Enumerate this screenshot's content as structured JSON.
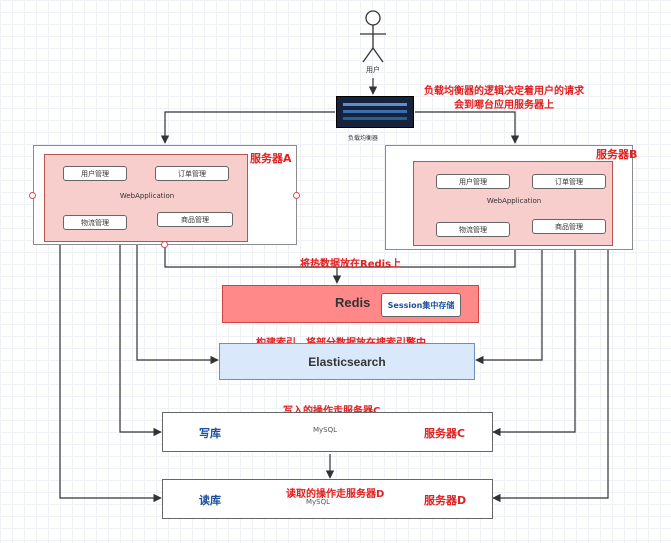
{
  "diagram": {
    "user_label": "用户",
    "load_balancer": {
      "label": "负载均衡器",
      "annotation_line1": "负载均衡器的逻辑决定着用户的请求",
      "annotation_line2": "会到哪台应用服务器上"
    },
    "server_a": {
      "title": "服务器A",
      "modules": [
        "用户管理",
        "订单管理",
        "物流管理",
        "商品管理"
      ],
      "app_label": "WebApplication"
    },
    "server_b": {
      "title": "服务器B",
      "modules": [
        "用户管理",
        "订单管理",
        "物流管理",
        "商品管理"
      ],
      "app_label": "WebApplication"
    },
    "redis": {
      "note": "将热数据放在Redis上",
      "label": "Redis",
      "session_label": "Session集中存储"
    },
    "elasticsearch": {
      "note": "构建索引，将部分数据放在搜索引擎中",
      "label": "Elasticsearch"
    },
    "write_db": {
      "note": "写入的操作走服务器C",
      "label": "写库",
      "mysql_label": "MySQL",
      "server_label": "服务器C"
    },
    "read_db": {
      "note": "读取的操作走服务器D",
      "label": "读库",
      "mysql_label": "MySQL",
      "server_label": "服务器D"
    },
    "colors": {
      "annotation": "#e02020",
      "server_fill": "#f8cecc",
      "redis_fill": "#ff8888",
      "es_fill": "#dae8fc",
      "mysql_fill": "#ffccff",
      "db_label": "#1d4fa0"
    }
  }
}
